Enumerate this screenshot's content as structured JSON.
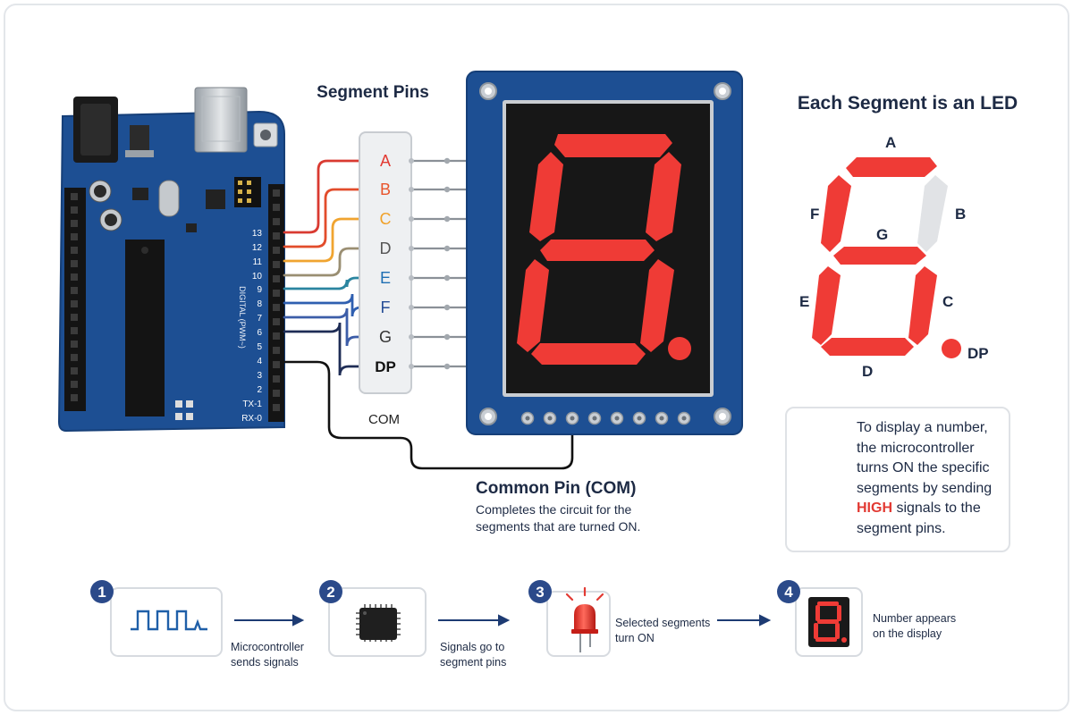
{
  "segment_pins_title": "Segment Pins",
  "segments_title": "Each Segment is an LED",
  "pin_labels": [
    {
      "label": "A",
      "color": "#e23a33"
    },
    {
      "label": "B",
      "color": "#e8552c"
    },
    {
      "label": "C",
      "color": "#f0a12a"
    },
    {
      "label": "D",
      "color": "#555555"
    },
    {
      "label": "E",
      "color": "#1f6fb3"
    },
    {
      "label": "F",
      "color": "#264d96"
    },
    {
      "label": "G",
      "color": "#333333"
    },
    {
      "label": "DP",
      "color": "#111111"
    }
  ],
  "wire_colors": [
    "#d93a31",
    "#e24c2b",
    "#f0a430",
    "#9a8e72",
    "#2b85a0",
    "#2f5fb0",
    "#3c5da8",
    "#1e2c55"
  ],
  "board_pin_numbers": [
    "13",
    "12",
    "11",
    "10",
    "9",
    "8",
    "7",
    "6",
    "5",
    "4",
    "3",
    "2",
    "TX-1",
    "RX-0"
  ],
  "board_header_label": "DIGITAL (PWM~)",
  "com_label": "COM",
  "common_pin": {
    "title": "Common Pin (COM)",
    "description": "Completes the circuit for the segments that are turned ON."
  },
  "diagram_segments": {
    "A": "A",
    "B": "B",
    "C": "C",
    "D": "D",
    "E": "E",
    "F": "F",
    "G": "G",
    "DP": "DP"
  },
  "info": {
    "before": "To display a number, the microcontroller turns ON the specific segments by sending ",
    "highlight": "HIGH",
    "after": " signals to the segment pins."
  },
  "steps": [
    {
      "number": "1",
      "caption": "Microcontroller sends signals",
      "icon": "square-wave-icon"
    },
    {
      "number": "2",
      "caption": "Signals go to segment pins",
      "icon": "chip-icon"
    },
    {
      "number": "3",
      "caption": "Selected segments turn ON",
      "icon": "led-icon"
    },
    {
      "number": "4",
      "caption": "Number appears on the display",
      "icon": "seven-segment-icon"
    }
  ],
  "colors": {
    "board_blue": "#1d4f93",
    "segment_red": "#ef3b36",
    "segment_off": "#e1e3e6",
    "accent_navy": "#2b4a8a",
    "highlight": "#e23a33"
  }
}
